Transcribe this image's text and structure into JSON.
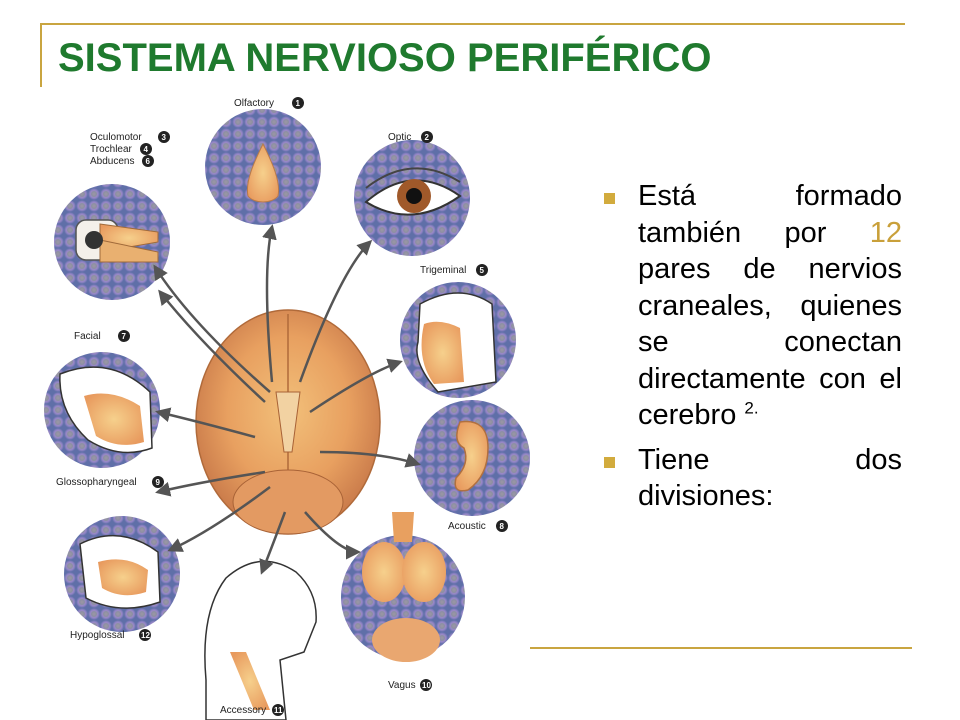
{
  "slide": {
    "title": "SISTEMA NERVIOSO PERIFÉRICO",
    "accent_color": "#c9a540",
    "title_color": "#1f7a2e"
  },
  "bullets": [
    {
      "text_before": "Está formado también por ",
      "highlight": "12",
      "text_after": " pares de nervios craneales, quienes se conectan directamente con el cerebro ",
      "superscript": "2."
    },
    {
      "text": "Tiene dos divisiones:"
    }
  ],
  "figure": {
    "labels": {
      "olfactory": "Olfactory",
      "optic": "Optic",
      "oculomotor": "Oculomotor",
      "trochlear": "Trochlear",
      "abducens": "Abducens",
      "trigeminal": "Trigeminal",
      "facial": "Facial",
      "acoustic": "Acoustic",
      "glossopharyngeal": "Glossopharyngeal",
      "hypoglossal": "Hypoglossal",
      "accessory": "Accessory",
      "vagus": "Vagus"
    },
    "numbers": {
      "n1": "1",
      "n2": "2",
      "n3": "3",
      "n4": "4",
      "n5": "5",
      "n6": "6",
      "n7": "7",
      "n8": "8",
      "n9": "9",
      "n10": "10",
      "n11": "11",
      "n12": "12"
    },
    "icons": [
      "nose-icon",
      "eye-icon",
      "eye-muscles-icon",
      "face-profile-icon",
      "ear-icon",
      "brain-icon",
      "head-icon",
      "mouth-icon",
      "organs-icon",
      "neck-icon"
    ]
  }
}
